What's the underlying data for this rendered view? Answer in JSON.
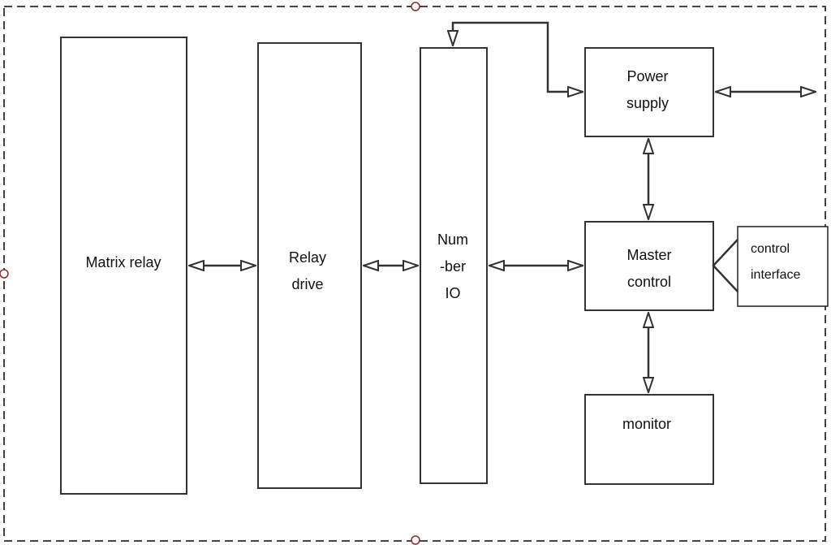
{
  "diagram": {
    "blocks": {
      "matrix_relay": {
        "lines": [
          "Matrix relay"
        ]
      },
      "relay_drive": {
        "lines": [
          "Relay",
          "drive"
        ]
      },
      "number_io": {
        "lines": [
          "Num",
          "-ber",
          "IO"
        ]
      },
      "power_supply": {
        "lines": [
          "Power",
          "supply"
        ]
      },
      "master_control": {
        "lines": [
          "Master",
          "control"
        ]
      },
      "monitor": {
        "lines": [
          "monitor"
        ]
      },
      "control_interface": {
        "lines": [
          "control",
          "interface"
        ]
      }
    },
    "connections": [
      {
        "from": "matrix_relay",
        "to": "relay_drive",
        "direction": "bidirectional"
      },
      {
        "from": "relay_drive",
        "to": "number_io",
        "direction": "bidirectional"
      },
      {
        "from": "number_io",
        "to": "master_control",
        "direction": "bidirectional"
      },
      {
        "from": "number_io",
        "to": "power_supply",
        "direction": "bidirectional"
      },
      {
        "from": "power_supply",
        "to": "master_control",
        "direction": "bidirectional"
      },
      {
        "from": "master_control",
        "to": "monitor",
        "direction": "bidirectional"
      },
      {
        "from": "power_supply",
        "to": "external",
        "direction": "bidirectional"
      },
      {
        "from": "master_control",
        "to": "control_interface",
        "direction": "link"
      }
    ],
    "colors": {
      "line": "#333333",
      "border_dash": "#444444",
      "handle": "#8b2a2a"
    }
  }
}
